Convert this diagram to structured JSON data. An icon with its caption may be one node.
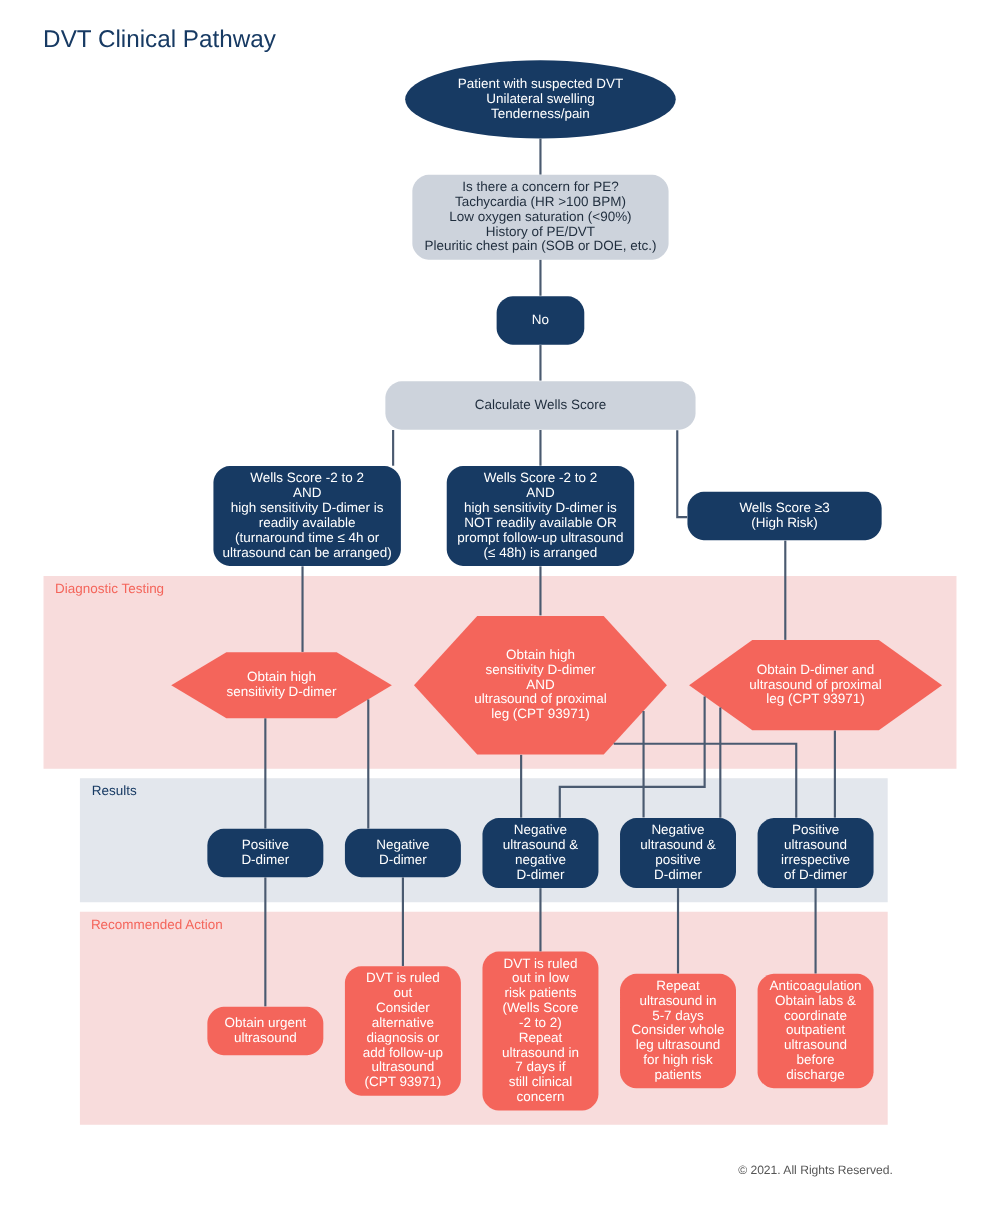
{
  "diagram": {
    "title": "DVT Clinical Pathway",
    "nodes": [
      {
        "text": [
          "Patient with suspected DVT",
          "Unilateral swelling",
          "Tenderness/pain"
        ]
      },
      {
        "text": [
          "Is there a concern for PE?",
          "Tachycardia (HR >100 BPM)",
          "Low oxygen saturation (<90%)",
          "History of PE/DVT",
          "Pleuritic chest pain (SOB or DOE, etc.)"
        ]
      },
      {
        "text": [
          "No"
        ]
      },
      {
        "text": [
          "Calculate Wells Score"
        ]
      },
      {
        "text": [
          "Wells Score -2 to 2",
          "AND",
          "high sensitivity D-dimer is readily available (turnaround time ≤ 4h or ultrasound can be arranged)"
        ]
      },
      {
        "text": [
          "Wells Score -2 to 2",
          "AND",
          "high sensitivity D-dimer is NOT readily available OR prompt follow-up ultrasound (≤ 48h) is arranged"
        ]
      },
      {
        "text": [
          "Wells Score ≥3",
          "(High Risk)"
        ]
      },
      {
        "text": [
          "Diagnostic Testing"
        ]
      },
      {
        "text": [
          "Obtain high sensitivity D-dimer"
        ],
        "in": 7
      },
      {
        "text": [
          "Obtain high sensitivity D-dimer",
          "AND",
          "ultrasound of proximal leg (CPT 93971)"
        ],
        "in": 7
      },
      {
        "text": [
          "Obtain D-dimer and ultrasound of proximal leg (CPT 93971)"
        ],
        "in": 7
      },
      {
        "text": [
          "Results"
        ]
      },
      {
        "text": [
          "Positive D-dimer"
        ],
        "in": 11
      },
      {
        "text": [
          "Negative D-dimer"
        ],
        "in": 11
      },
      {
        "text": [
          "Negative ultrasound & negative D-dimer"
        ],
        "in": 11
      },
      {
        "text": [
          "Negative ultrasound & positive D-dimer"
        ],
        "in": 11
      },
      {
        "text": [
          "Positive ultrasound irrespective of D-dimer"
        ],
        "in": 11
      },
      {
        "text": [
          "Recommended Action"
        ]
      },
      {
        "text": [
          "Obtain urgent ultrasound"
        ],
        "in": 17
      },
      {
        "text": [
          "DVT is ruled out",
          "Consider alternative diagnosis or add follow-up ultrasound (CPT 93971)"
        ],
        "in": 17
      },
      {
        "text": [
          "DVT is ruled out in low risk patients (Wells Score -2 to 2)",
          "Repeat ultrasound in 7 days if still clinical concern"
        ],
        "in": 17
      },
      {
        "text": [
          "Repeat ultrasound in 5-7 days",
          "Consider whole leg ultrasound for high risk patients"
        ],
        "in": 17
      },
      {
        "text": [
          "Anticoagulation",
          "Obtain labs & coordinate outpatient ultrasound before discharge"
        ],
        "in": 17
      }
    ],
    "edges": [
      {
        "from": 0,
        "to": 1,
        "arrow": "none"
      },
      {
        "from": 1,
        "to": 2,
        "arrow": "none"
      },
      {
        "from": 2,
        "to": 3,
        "arrow": "none"
      },
      {
        "from": 3,
        "to": 4,
        "arrow": "none"
      },
      {
        "from": 3,
        "to": 5,
        "arrow": "none"
      },
      {
        "from": 3,
        "to": 6,
        "arrow": "none"
      },
      {
        "from": 4,
        "to": 8,
        "arrow": "none"
      },
      {
        "from": 5,
        "to": 9,
        "arrow": "none"
      },
      {
        "from": 6,
        "to": 10,
        "arrow": "none"
      },
      {
        "from": 8,
        "to": 12,
        "arrow": "none"
      },
      {
        "from": 8,
        "to": 13,
        "arrow": "none"
      },
      {
        "from": 9,
        "to": 14,
        "arrow": "none"
      },
      {
        "from": 9,
        "to": 15,
        "arrow": "none"
      },
      {
        "from": 9,
        "to": 16,
        "arrow": "none"
      },
      {
        "from": 10,
        "to": 14,
        "arrow": "none"
      },
      {
        "from": 10,
        "to": 15,
        "arrow": "none"
      },
      {
        "from": 10,
        "to": 16,
        "arrow": "none"
      },
      {
        "from": 12,
        "to": 18,
        "arrow": "none"
      },
      {
        "from": 13,
        "to": 19,
        "arrow": "none"
      },
      {
        "from": 14,
        "to": 20,
        "arrow": "none"
      },
      {
        "from": 15,
        "to": 21,
        "arrow": "none"
      },
      {
        "from": 16,
        "to": 22,
        "arrow": "none"
      }
    ],
    "labels": [
      "© 2021. All Rights Reserved."
    ]
  }
}
